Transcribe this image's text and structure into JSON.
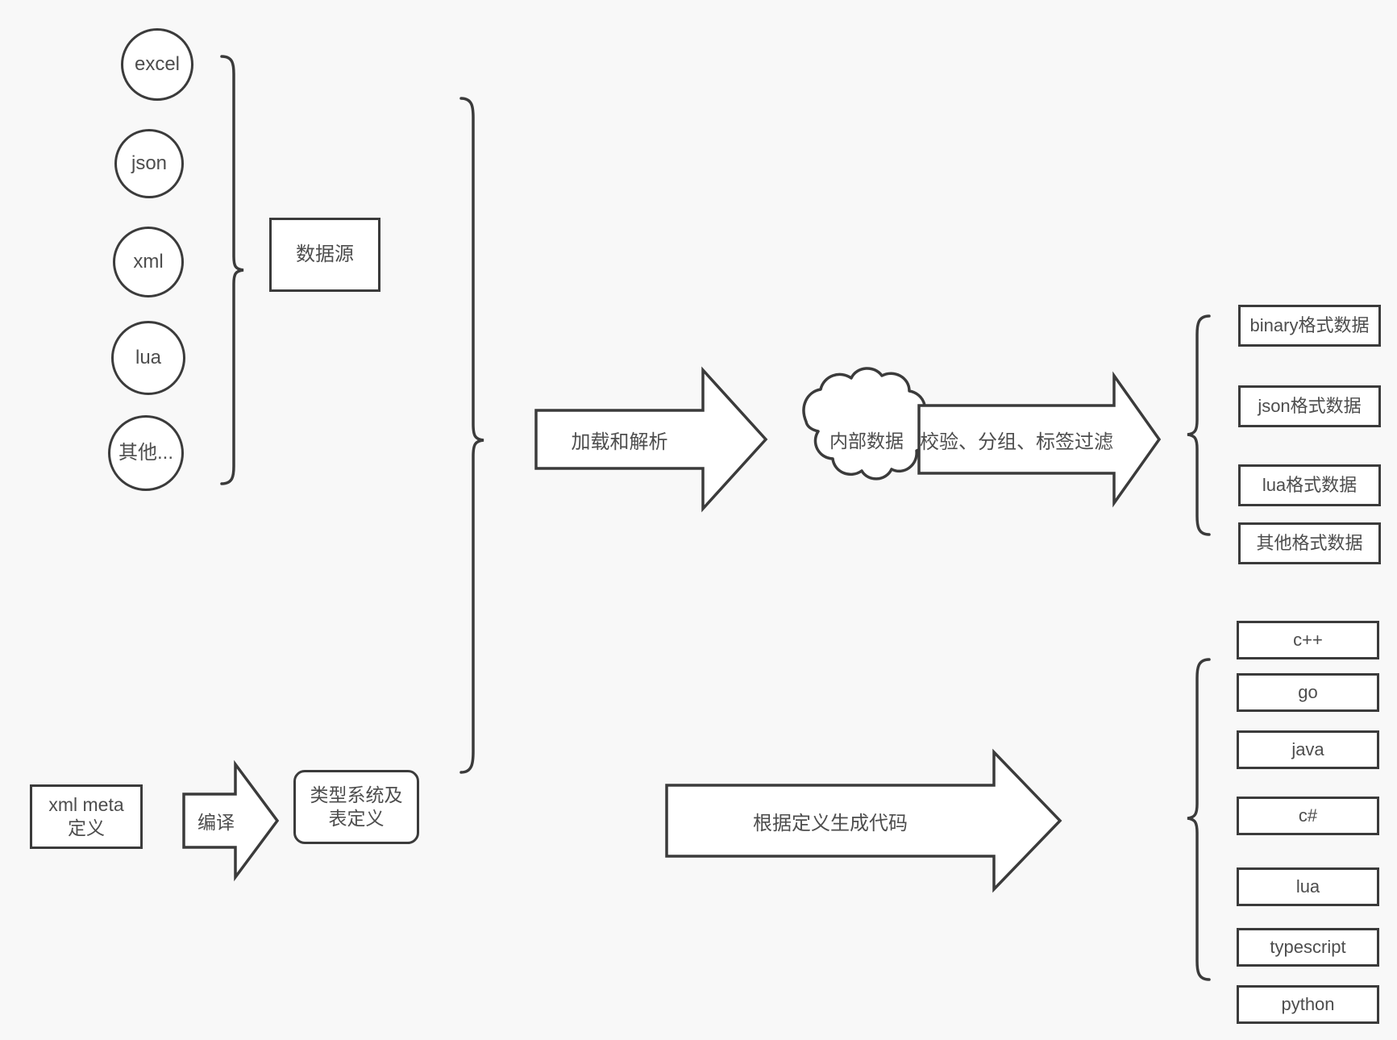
{
  "diagram": {
    "title": "data pipeline and code generation flow",
    "background_color": "#f8f8f8",
    "stroke_color": "#3b3b3b",
    "fill_color": "#ffffff",
    "text_color": "#4d4d4d"
  },
  "sources": {
    "items": [
      {
        "label": "excel"
      },
      {
        "label": "json"
      },
      {
        "label": "xml"
      },
      {
        "label": "lua"
      },
      {
        "label": "其他..."
      }
    ],
    "group_box": {
      "label": "数据源"
    }
  },
  "definition": {
    "input_box": {
      "label": "xml meta定义"
    },
    "compile_arrow": {
      "label": "编译"
    },
    "output_box": {
      "label": "类型系统及表定义"
    }
  },
  "pipeline": {
    "load_arrow": {
      "label": "加载和解析"
    },
    "cloud": {
      "label": "内部数据"
    },
    "filter_arrow": {
      "label": "校验、分组、标签过滤"
    },
    "generate_arrow": {
      "label": "根据定义生成代码"
    }
  },
  "outputs": {
    "data_formats": [
      {
        "label": "binary格式数据"
      },
      {
        "label": "json格式数据"
      },
      {
        "label": "lua格式数据"
      },
      {
        "label": "其他格式数据"
      }
    ],
    "languages": [
      {
        "label": "c++"
      },
      {
        "label": "go"
      },
      {
        "label": "java"
      },
      {
        "label": "c#"
      },
      {
        "label": "lua"
      },
      {
        "label": "typescript"
      },
      {
        "label": "python"
      }
    ]
  }
}
